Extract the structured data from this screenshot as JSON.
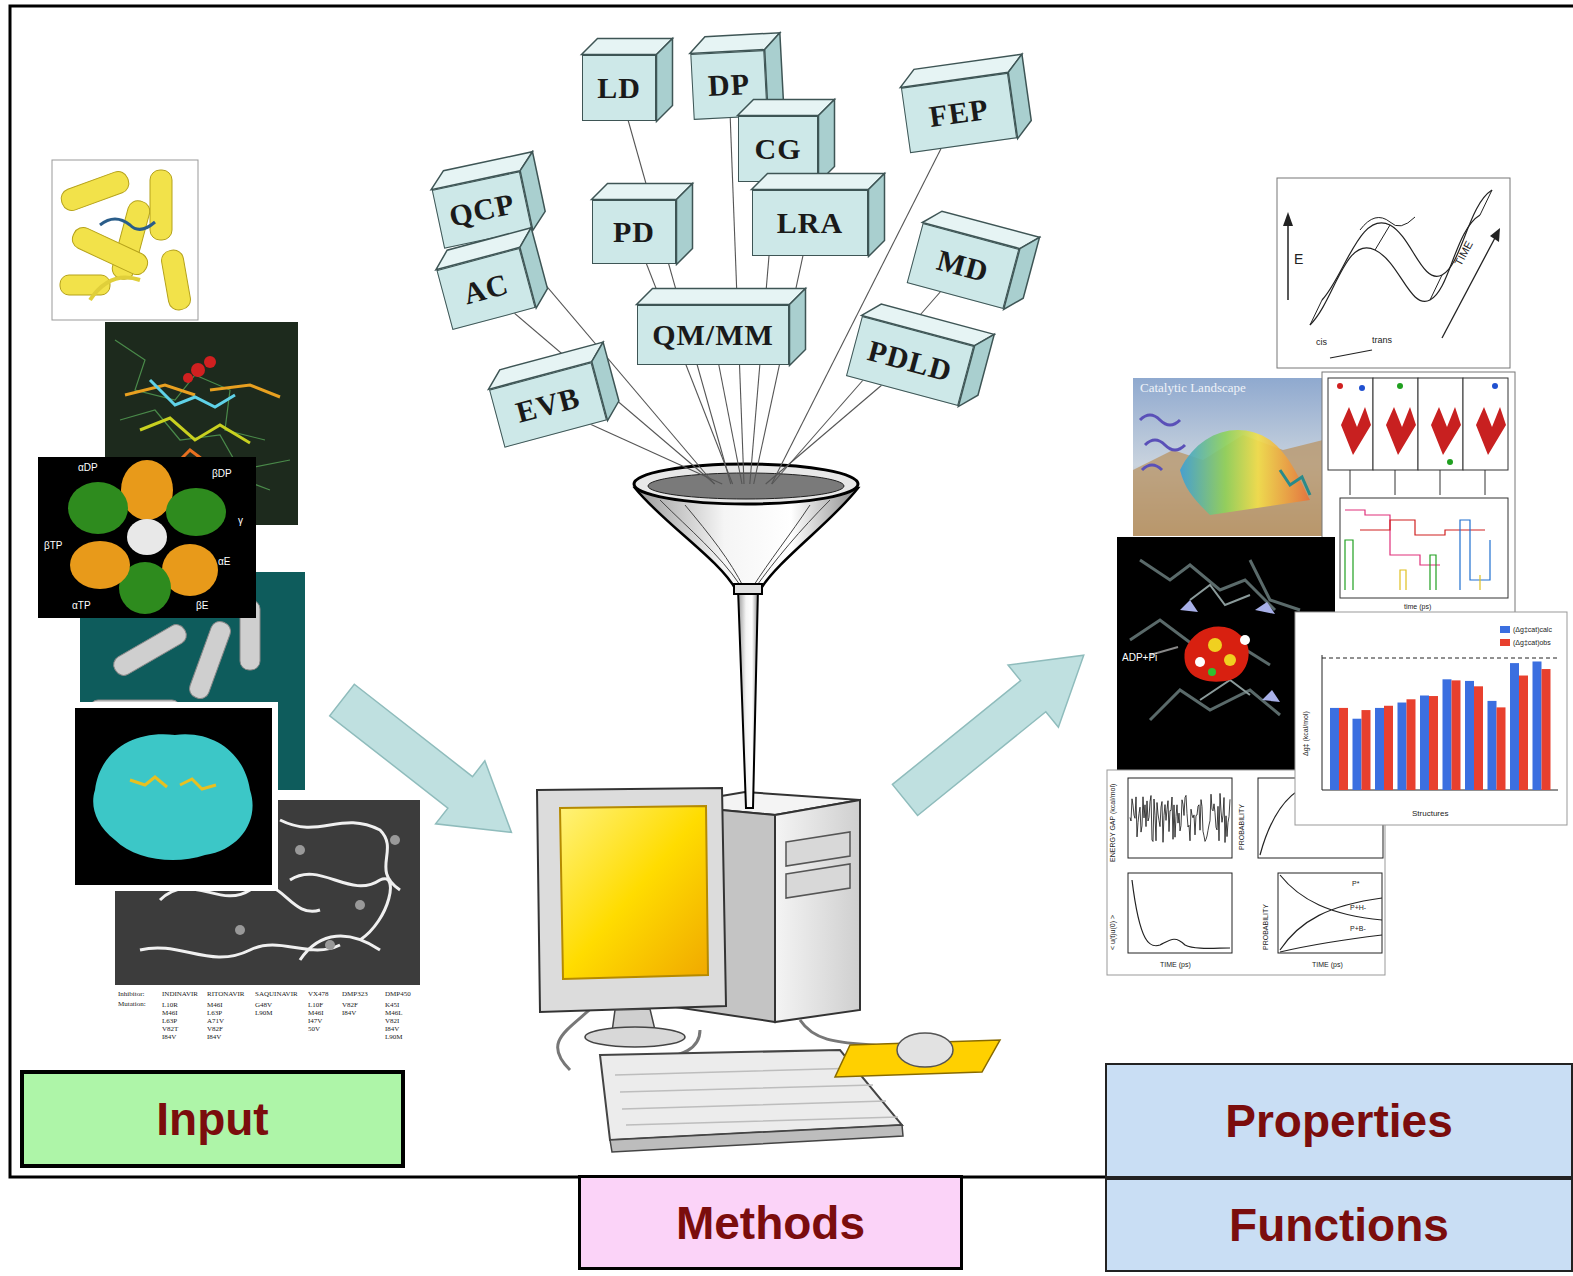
{
  "diagram": {
    "nodes": [
      {
        "text": [
          "LD"
        ]
      },
      {
        "text": [
          "DP"
        ]
      },
      {
        "text": [
          "FEP"
        ]
      },
      {
        "text": [
          "CG"
        ]
      },
      {
        "text": [
          "QCP"
        ]
      },
      {
        "text": [
          "PD"
        ]
      },
      {
        "text": [
          "LRA"
        ]
      },
      {
        "text": [
          "MD"
        ]
      },
      {
        "text": [
          "AC"
        ]
      },
      {
        "text": [
          "QM/MM"
        ]
      },
      {
        "text": [
          "EVB"
        ]
      },
      {
        "text": [
          "PDLD"
        ]
      },
      {
        "text": [
          "Input"
        ]
      },
      {
        "text": [
          "Properties"
        ]
      },
      {
        "text": [
          "Methods"
        ]
      },
      {
        "text": [
          "Functions"
        ]
      }
    ],
    "labels": [
      "αDP",
      "βDP",
      "βTP",
      "γ",
      "αE",
      "αTP",
      "βE",
      "Inhibitor:",
      "INDINAVIR",
      "RITONAVIR",
      "SAQUINAVIR",
      "VX478",
      "DMP323",
      "DMP450",
      "Mutation:",
      "L10R M46I L63P V82T I84V",
      "M46I L63P A71V V82F I84V",
      "G48V L90M",
      "L10F M46I I47V 50V",
      "V82F I84V",
      "K45I M46L V82I I84V L90M",
      "E",
      "TIME",
      "cis",
      "trans",
      "Catalytic Landscape",
      "time (ps)",
      "ADP+Pi",
      "Δg‡ (kcal/mol)",
      "Structures",
      "ENERGY GAP (kcal/mol)",
      "PROBABILITY",
      "< u(t)u(0) >",
      "TIME (ps)",
      "PROBABILITY",
      "TIME (ps)",
      "P*",
      "P+H-",
      "P+B-"
    ],
    "legend": [
      {
        "text": "(Δg‡cat)calc",
        "color": "#3b6fe0"
      },
      {
        "text": "(Δg‡cat)obs",
        "color": "#e8402e"
      }
    ]
  }
}
